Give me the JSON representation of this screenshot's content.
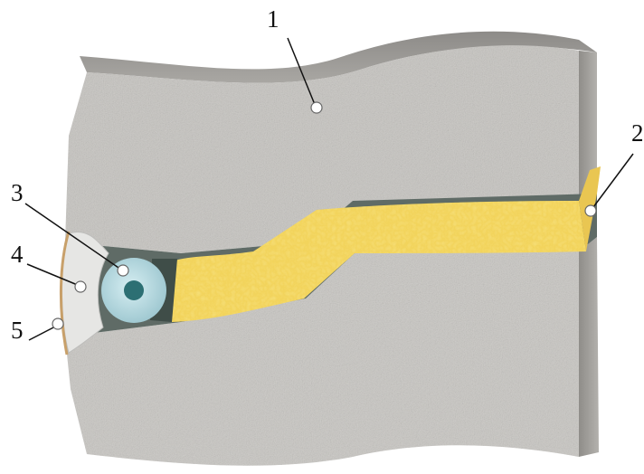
{
  "labels": {
    "l1": "1",
    "l2": "2",
    "l3": "3",
    "l4": "4",
    "l5": "5"
  },
  "colors": {
    "concrete": "#c9c7c3",
    "concrete_dark": "#9c9a96",
    "foam": "#f2d35a",
    "foam_shadow": "#d9b23d",
    "rod": "#b9dce3",
    "sealant": "#e6e6e4",
    "tape": "#c8a06a"
  }
}
